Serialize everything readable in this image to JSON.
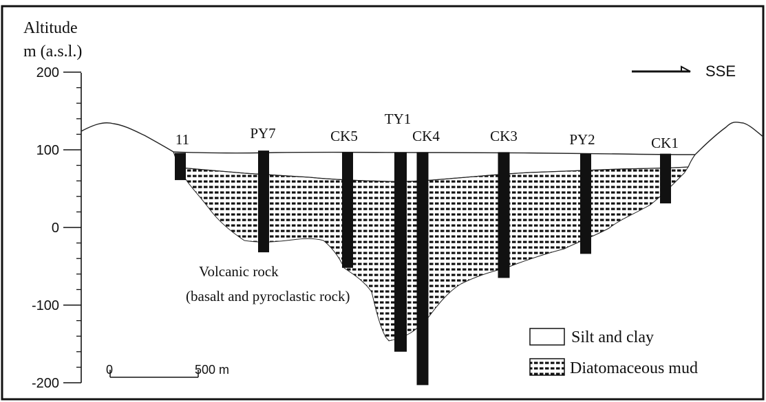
{
  "y_axis": {
    "title_line1": "Altitude",
    "title_line2": "m (a.s.l.)",
    "ticks": [
      {
        "value": 200,
        "label": "200"
      },
      {
        "value": 100,
        "label": "100"
      },
      {
        "value": 0,
        "label": "0"
      },
      {
        "value": -100,
        "label": "-100"
      },
      {
        "value": -200,
        "label": "-200"
      }
    ]
  },
  "direction": {
    "label": "SSE"
  },
  "scale_bar": {
    "start_label": "0",
    "end_label": "500 m",
    "length_m": 500
  },
  "boreholes": [
    {
      "label": "11",
      "top_m": 96,
      "bottom_m": 61
    },
    {
      "label": "PY7",
      "top_m": 99,
      "bottom_m": -32
    },
    {
      "label": "CK5",
      "top_m": 97,
      "bottom_m": -52
    },
    {
      "label": "TY1",
      "top_m": 97,
      "bottom_m": -160
    },
    {
      "label": "CK4",
      "top_m": 97,
      "bottom_m": -203
    },
    {
      "label": "CK3",
      "top_m": 97,
      "bottom_m": -65
    },
    {
      "label": "PY2",
      "top_m": 95,
      "bottom_m": -34
    },
    {
      "label": "CK1",
      "top_m": 95,
      "bottom_m": 31
    }
  ],
  "rock_label": {
    "line1": "Volcanic  rock",
    "line2": "(basalt and pyroclastic rock)"
  },
  "legend": [
    {
      "label": "Silt and clay",
      "pattern": "plain"
    },
    {
      "label": "Diatomaceous mud",
      "pattern": "dashed"
    }
  ]
}
